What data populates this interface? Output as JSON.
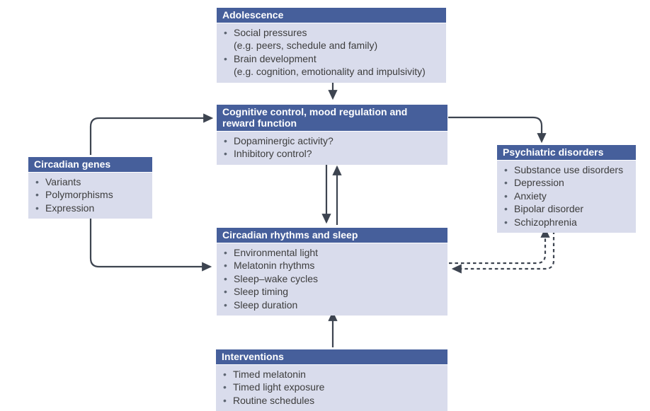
{
  "colors": {
    "canvas_bg": "#ffffff",
    "header_bg": "#465f9b",
    "header_text": "#ffffff",
    "body_bg": "#d9dcec",
    "body_text": "#3d3d3d",
    "bullet": "#5e6673",
    "arrow": "#3d4450"
  },
  "glyphs": {
    "bullet": "•"
  },
  "boxes": {
    "adolescence": {
      "title": "Adolescence",
      "items": [
        "Social pressures",
        "(e.g. peers, schedule and family)",
        "Brain development",
        "(e.g. cognition, emotionality and impulsivity)"
      ]
    },
    "cognitive": {
      "title": "Cognitive control, mood regulation and reward function",
      "items": [
        "Dopaminergic activity?",
        "Inhibitory control?"
      ]
    },
    "circadian_genes": {
      "title": "Circadian genes",
      "items": [
        "Variants",
        "Polymorphisms",
        "Expression"
      ]
    },
    "psychiatric": {
      "title": "Psychiatric disorders",
      "items": [
        "Substance use disorders",
        "Depression",
        "Anxiety",
        "Bipolar disorder",
        "Schizophrenia"
      ]
    },
    "circadian_rhythms": {
      "title": "Circadian rhythms and sleep",
      "items": [
        "Environmental light",
        "Melatonin rhythms",
        "Sleep–wake cycles",
        "Sleep timing",
        "Sleep duration"
      ]
    },
    "interventions": {
      "title": "Interventions",
      "items": [
        "Timed melatonin",
        "Timed light exposure",
        "Routine schedules"
      ]
    }
  }
}
